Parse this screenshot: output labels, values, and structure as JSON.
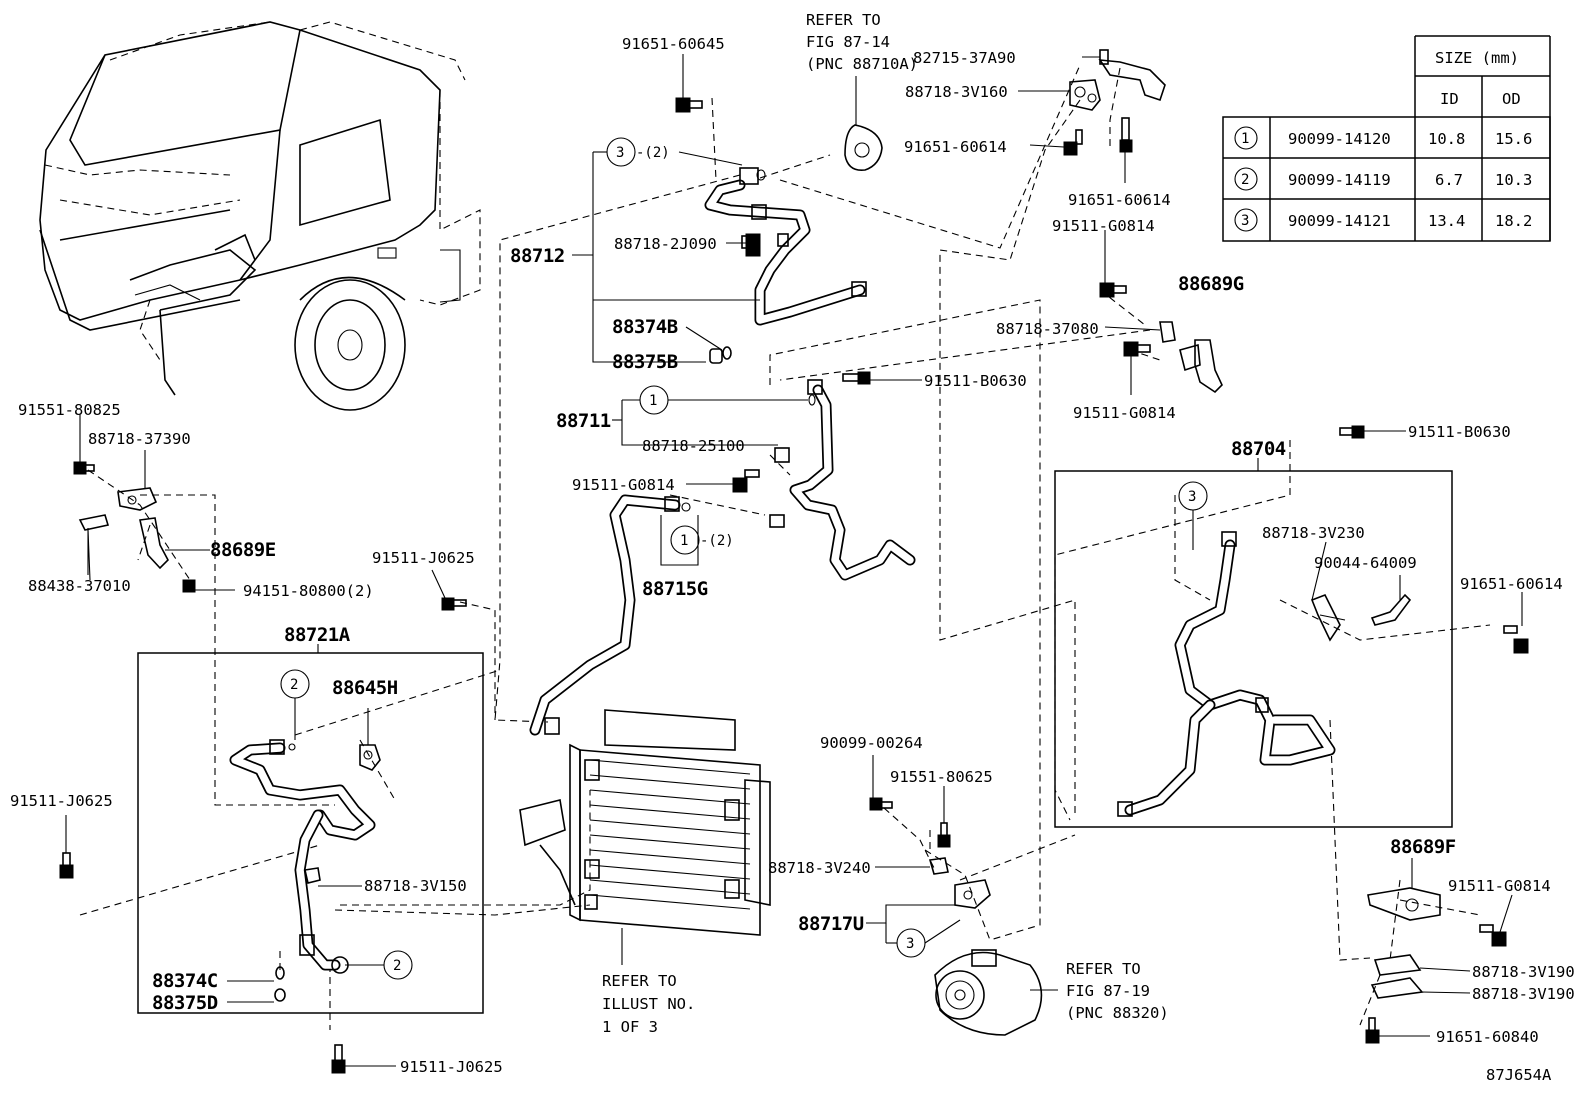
{
  "diagram_id": "87J654A",
  "size_table": {
    "header": "SIZE (mm)",
    "col_id": "ID",
    "col_od": "OD",
    "rows": [
      {
        "ref": "1",
        "part": "90099-14120",
        "id": "10.8",
        "od": "15.6"
      },
      {
        "ref": "2",
        "part": "90099-14119",
        "id": "6.7",
        "od": "10.3"
      },
      {
        "ref": "3",
        "part": "90099-14121",
        "id": "13.4",
        "od": "18.2"
      }
    ]
  },
  "refer_notes": {
    "top": [
      "REFER TO",
      "FIG 87-14",
      "(PNC 88710A)"
    ],
    "bottom_right": [
      "REFER TO",
      "FIG 87-19",
      "(PNC 88320)"
    ],
    "bottom_center": [
      "REFER TO",
      "ILLUST NO.",
      "1 OF 3"
    ]
  },
  "labels": {
    "l_91651_60645": "91651-60645",
    "l_82715_37A90": "82715-37A90",
    "l_88718_3V160": "88718-3V160",
    "l_91651_60614_a": "91651-60614",
    "l_91651_60614_b": "91651-60614",
    "l_91511_G0814_a": "91511-G0814",
    "l_88689G": "88689G",
    "l_88718_37080": "88718-37080",
    "l_91511_G0814_b": "91511-G0814",
    "l_88712": "88712",
    "l_88718_2J090": "88718-2J090",
    "l_88374B": "88374B",
    "l_88375B": "88375B",
    "l_88711": "88711",
    "l_91511_B0630_a": "91511-B0630",
    "l_88718_25100": "88718-25100",
    "l_91511_G0814_c": "91511-G0814",
    "l_88715G": "88715G",
    "l_91511_B0630_b": "91511-B0630",
    "l_88704": "88704",
    "l_88718_3V230": "88718-3V230",
    "l_90044_64009": "90044-64009",
    "l_91651_60614_c": "91651-60614",
    "l_91551_80825": "91551-80825",
    "l_88718_37390": "88718-37390",
    "l_88689E": "88689E",
    "l_88438_37010": "88438-37010",
    "l_94151_80800": "94151-80800(2)",
    "l_91511_J0625_a": "91511-J0625",
    "l_88721A": "88721A",
    "l_88645H": "88645H",
    "l_91511_J0625_b": "91511-J0625",
    "l_88718_3V150": "88718-3V150",
    "l_88374C": "88374C",
    "l_88375D": "88375D",
    "l_91511_J0625_c": "91511-J0625",
    "l_90099_00264": "90099-00264",
    "l_91551_80625": "91551-80625",
    "l_88718_3V240": "88718-3V240",
    "l_88717U": "88717U",
    "l_88689F": "88689F",
    "l_91511_G0814_d": "91511-G0814",
    "l_88718_3V190_a": "88718-3V190",
    "l_88718_3V190_b": "88718-3V190",
    "l_91651_60840": "91651-60840"
  },
  "callouts": {
    "c1_88711": "1",
    "c1_88715G": "1",
    "c1_88715G_qty": "-(2)",
    "c3_88712": "3",
    "c3_88712_qty": "-(2)",
    "c3_88704": "3",
    "c2_88721A_top": "2",
    "c2_88721A_bottom": "2",
    "c3_88717U": "3"
  }
}
